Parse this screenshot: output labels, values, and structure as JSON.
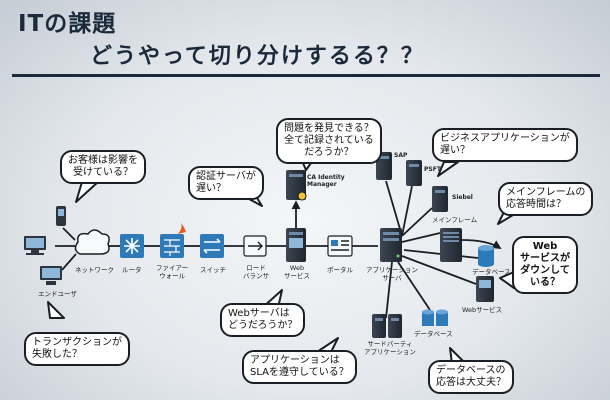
{
  "title": {
    "line1": "ITの課題",
    "line2": "どうやって切り分けするる？？"
  },
  "nodes": {
    "network": "ネットワーク",
    "router": "ルータ",
    "firewall": "ファイアー\nウォール",
    "switch": "スイッチ",
    "load_balancer": "ロード\nバランサ",
    "web_service": "Web\nサービス",
    "portal": "ポータル",
    "app_server": "アプリケーション\nサーバ",
    "end_user": "エンドユーザ",
    "ca_identity": "CA Identity\nManager",
    "sap": "SAP",
    "psft": "PSFT",
    "siebel": "Siebel",
    "mainframe": "メインフレーム",
    "database_right": "データベース",
    "web_service_right": "Webサービス",
    "database_bottom": "データベース",
    "third_party": "サードパーティ\nアプリケーション"
  },
  "bubbles": {
    "customer": "お客様は影響を\n受けている？",
    "auth": "認証サーバが\n遅い？",
    "problem": "問題を発見できる？\n全て記録されている\nだろうか？",
    "business_app": "ビジネスアプリケーションが\n遅い？",
    "mainframe_q": "メインフレームの\n応答時間は？",
    "web_down": "Web\nサービスが\nダウンして\nいる？",
    "transaction": "トランザクションが\n失敗した？",
    "web_server": "Webサーバは\nどうだろうか？",
    "sla": "アプリケーションは\nSLAを遵守している？",
    "db_response": "データベースの\n応答は大丈夫？"
  },
  "colors": {
    "icon_blue": "#2e79b8",
    "server_dark": "#2c3440",
    "slide_dark": "#1b2a3b"
  }
}
